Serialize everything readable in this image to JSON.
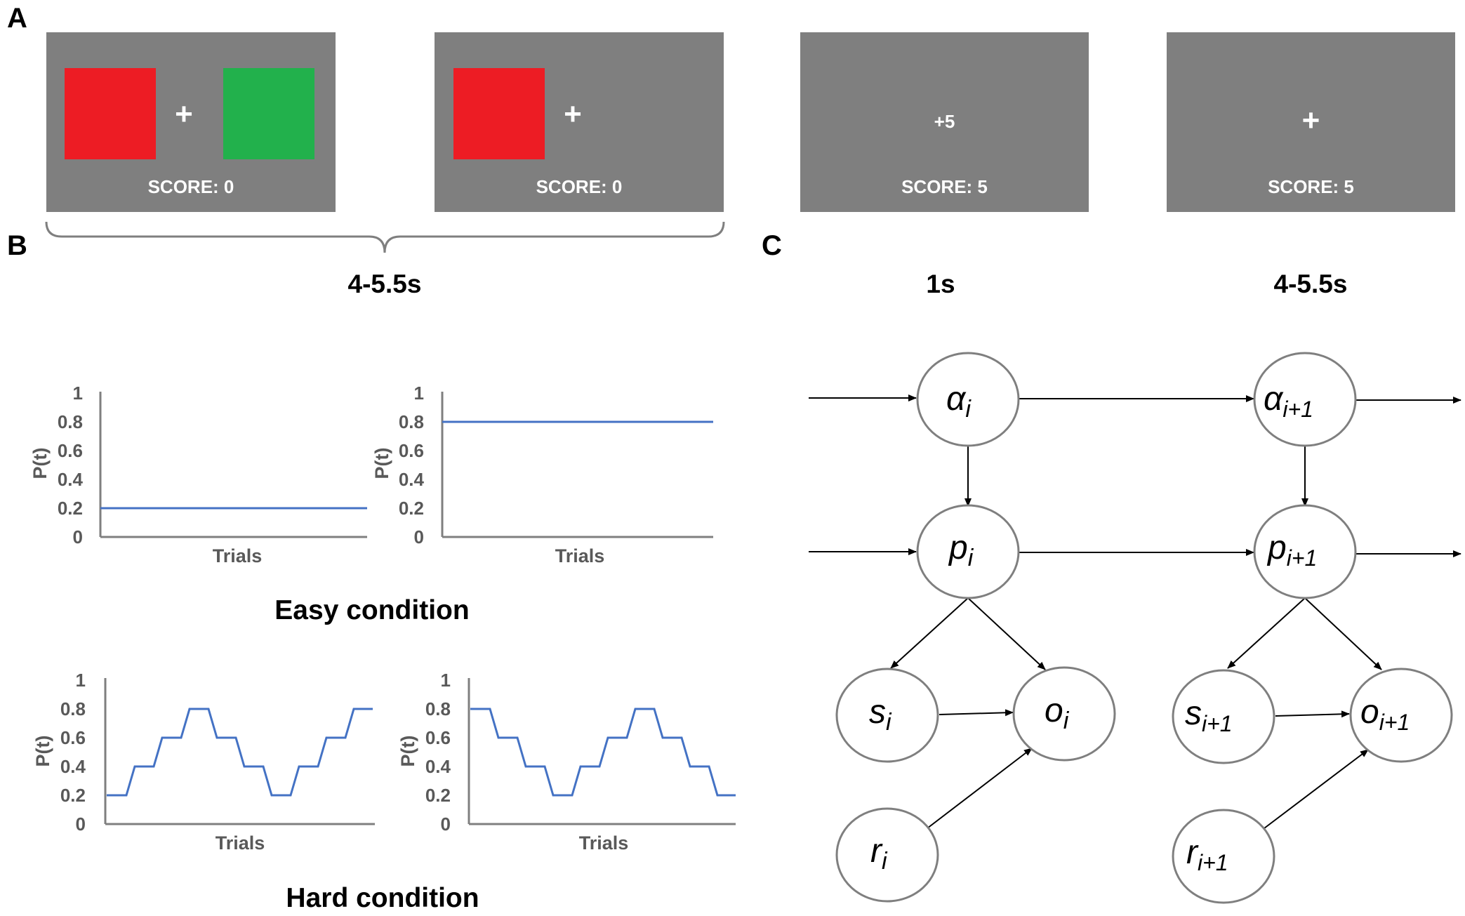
{
  "panels": {
    "a": "A",
    "b": "B",
    "c": "C"
  },
  "panel_a": {
    "screens": [
      {
        "score": "SCORE: 0",
        "fixation": "+"
      },
      {
        "score": "SCORE: 0",
        "fixation": "+"
      },
      {
        "score": "SCORE: 5",
        "feedback": "+5"
      },
      {
        "score": "SCORE: 5",
        "fixation": "+"
      }
    ],
    "durations": [
      "4-5.5s",
      "1s",
      "4-5.5s"
    ],
    "colors": {
      "screen": "#7f7f7f",
      "red": "#ed1c24",
      "green": "#22b14c"
    }
  },
  "panel_b": {
    "easy_title": "Easy condition",
    "hard_title": "Hard condition",
    "series_color": "#4472c4"
  },
  "chart_data": [
    {
      "type": "line",
      "title": "",
      "xlabel": "Trials",
      "ylabel": "P(t)",
      "ylim": [
        0,
        1
      ],
      "yticks": [
        "0",
        "0.2",
        "0.4",
        "0.6",
        "0.8",
        "1"
      ],
      "x": [
        0,
        1
      ],
      "values": [
        0.2,
        0.2
      ]
    },
    {
      "type": "line",
      "title": "",
      "xlabel": "Trials",
      "ylabel": "P(t)",
      "ylim": [
        0,
        1
      ],
      "yticks": [
        "0",
        "0.2",
        "0.4",
        "0.6",
        "0.8",
        "1"
      ],
      "x": [
        0,
        1
      ],
      "values": [
        0.8,
        0.8
      ]
    },
    {
      "type": "line",
      "title": "",
      "xlabel": "Trials",
      "ylabel": "P(t)",
      "ylim": [
        0,
        1
      ],
      "yticks": [
        "0",
        "0.2",
        "0.4",
        "0.6",
        "0.8",
        "1"
      ],
      "x": [
        0,
        7,
        9,
        16,
        18,
        25,
        27,
        34,
        36,
        43,
        45,
        52,
        54,
        61,
        63,
        70,
        72,
        79,
        81,
        88,
        90,
        97,
        99,
        106
      ],
      "values": [
        0.2,
        0.2,
        0.4,
        0.4,
        0.6,
        0.6,
        0.8,
        0.8,
        0.6,
        0.6,
        0.4,
        0.4,
        0.2,
        0.2,
        0.4,
        0.4,
        0.6,
        0.6,
        0.8,
        0.8,
        null,
        null,
        null,
        null
      ]
    },
    {
      "type": "line",
      "title": "",
      "xlabel": "Trials",
      "ylabel": "P(t)",
      "ylim": [
        0,
        1
      ],
      "yticks": [
        "0",
        "0.2",
        "0.4",
        "0.6",
        "0.8",
        "1"
      ],
      "x": [
        0,
        1
      ],
      "values": [
        0.8,
        0.2
      ]
    }
  ],
  "panel_c": {
    "nodes": {
      "alpha_i": "α",
      "alpha_i1": "α",
      "p_i": "p",
      "p_i1": "p",
      "s_i": "s",
      "s_i1": "s",
      "o_i": "o",
      "o_i1": "o",
      "r_i": "r",
      "r_i1": "r"
    },
    "sub_i": "i",
    "sub_i1": "i+1"
  }
}
